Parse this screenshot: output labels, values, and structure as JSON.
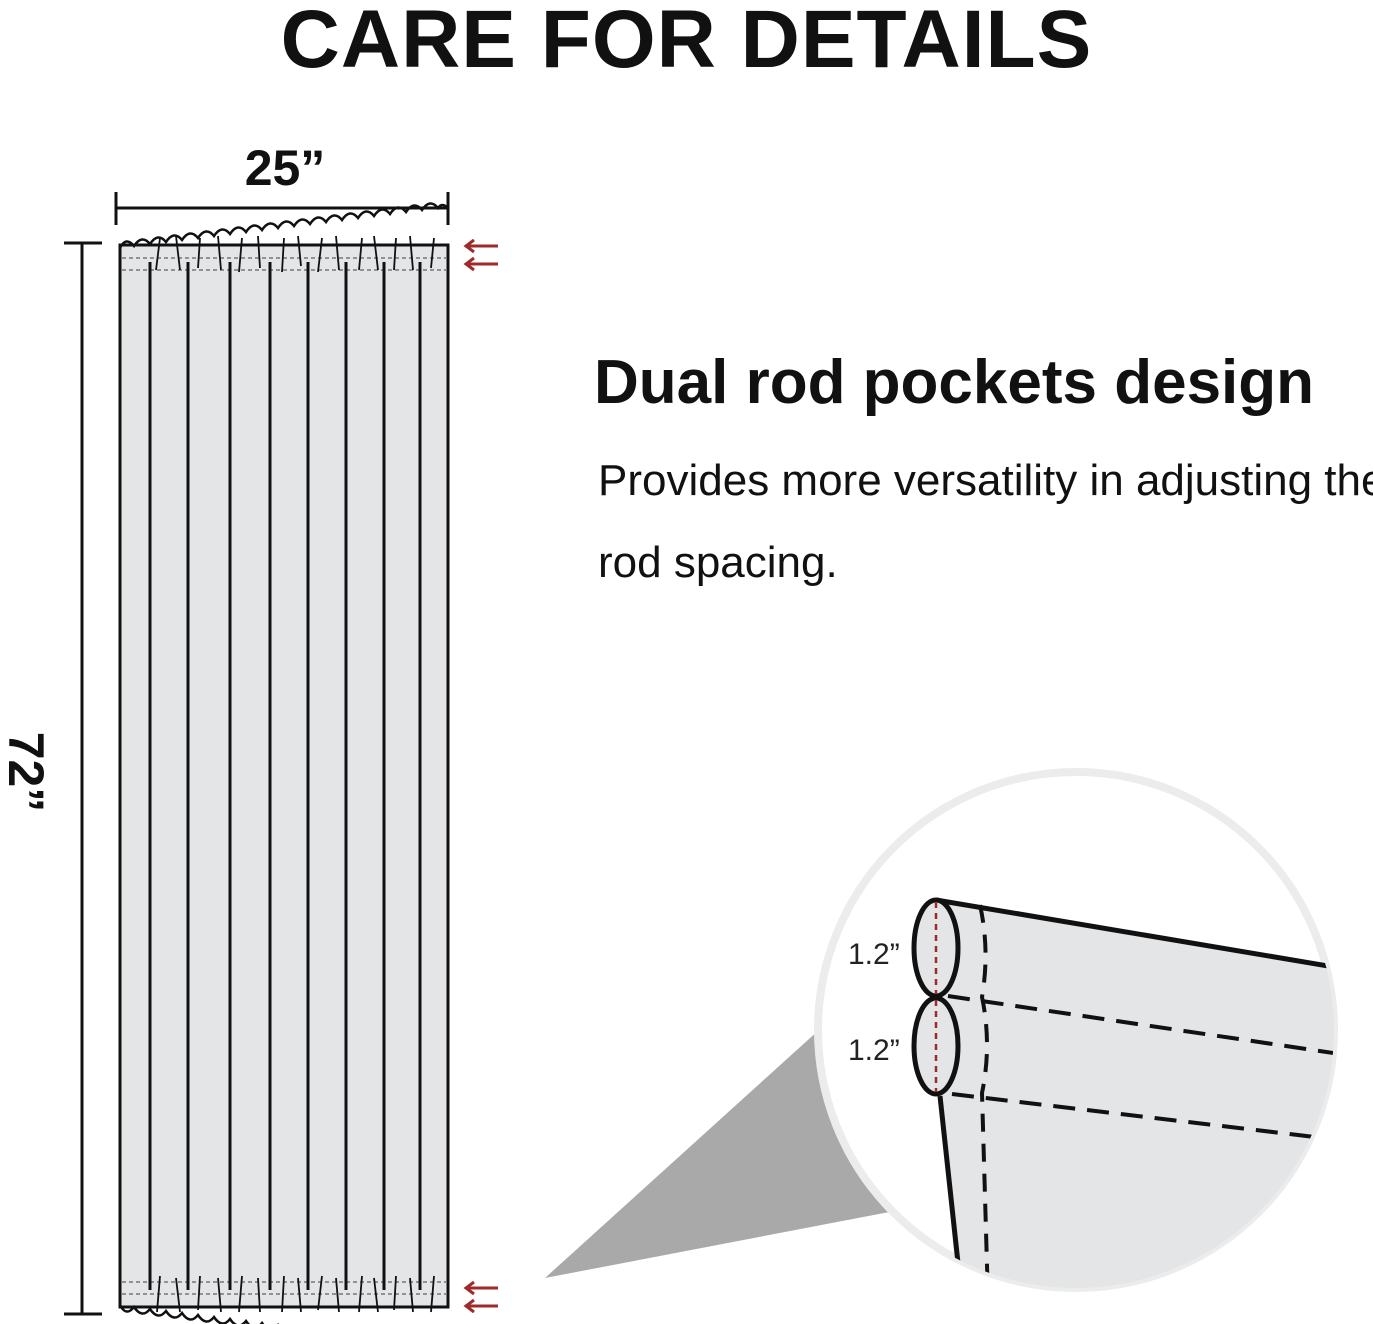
{
  "title": "CARE FOR DETAILS",
  "dimensions": {
    "width": "25”",
    "height": "72”"
  },
  "feature": {
    "heading": "Dual rod pockets design",
    "description": "Provides more versatility in adjusting the rod spacing."
  },
  "detail": {
    "pocket_top": "1.2”",
    "pocket_bottom": "1.2”"
  },
  "colors": {
    "curtain_fill": "#e4e5e6",
    "outline": "#111111",
    "arrow": "#9e2b2b",
    "zoom_cone": "#a9a9a9"
  }
}
